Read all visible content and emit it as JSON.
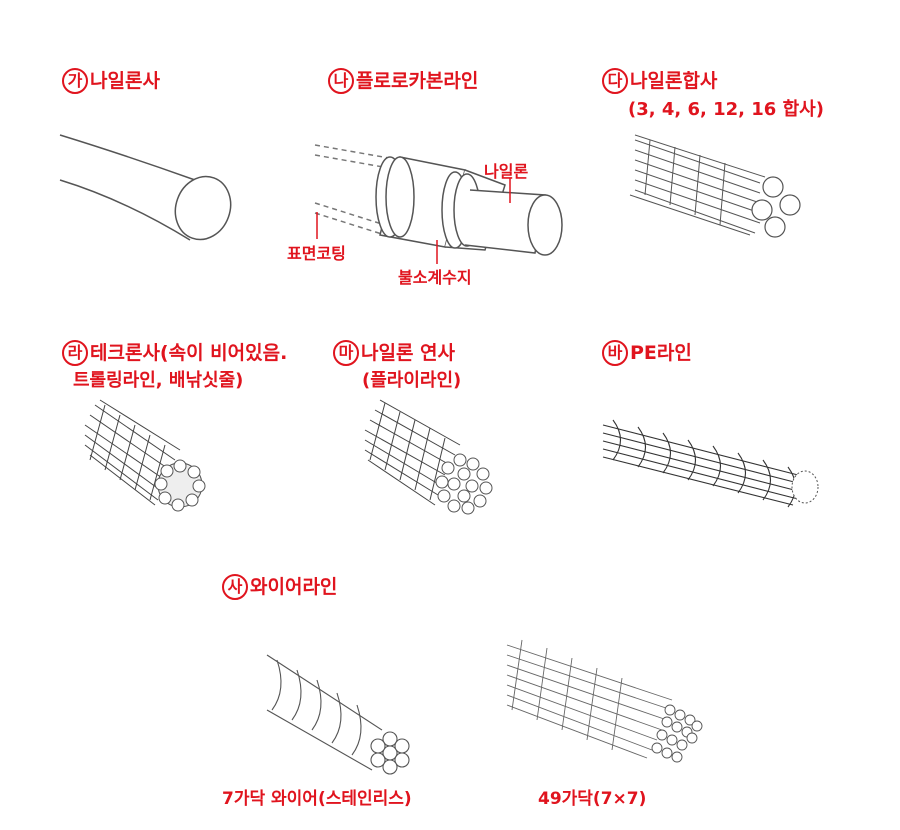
{
  "items": [
    {
      "badge": "가",
      "title": "나일론사",
      "subtitle": ""
    },
    {
      "badge": "나",
      "title": "플로로카본라인",
      "subtitle": ""
    },
    {
      "badge": "다",
      "title": "나일론합사",
      "subtitle": "(3, 4, 6, 12, 16 합사)"
    },
    {
      "badge": "라",
      "title": "테크론사(속이 비어있음.",
      "subtitle": "트롤링라인, 배낚싯줄)"
    },
    {
      "badge": "마",
      "title": "나일론 연사",
      "subtitle": "(플라이라인)"
    },
    {
      "badge": "바",
      "title": "PE라인",
      "subtitle": ""
    },
    {
      "badge": "사",
      "title": "와이어라인",
      "subtitle": ""
    }
  ],
  "fluoro_labels": {
    "core": "나일론",
    "coating": "표면코팅",
    "resin": "불소계수지"
  },
  "wire_captions": {
    "seven": "7가닥 와이어(스테인리스)",
    "fortynine": "49가닥(7×7)"
  }
}
